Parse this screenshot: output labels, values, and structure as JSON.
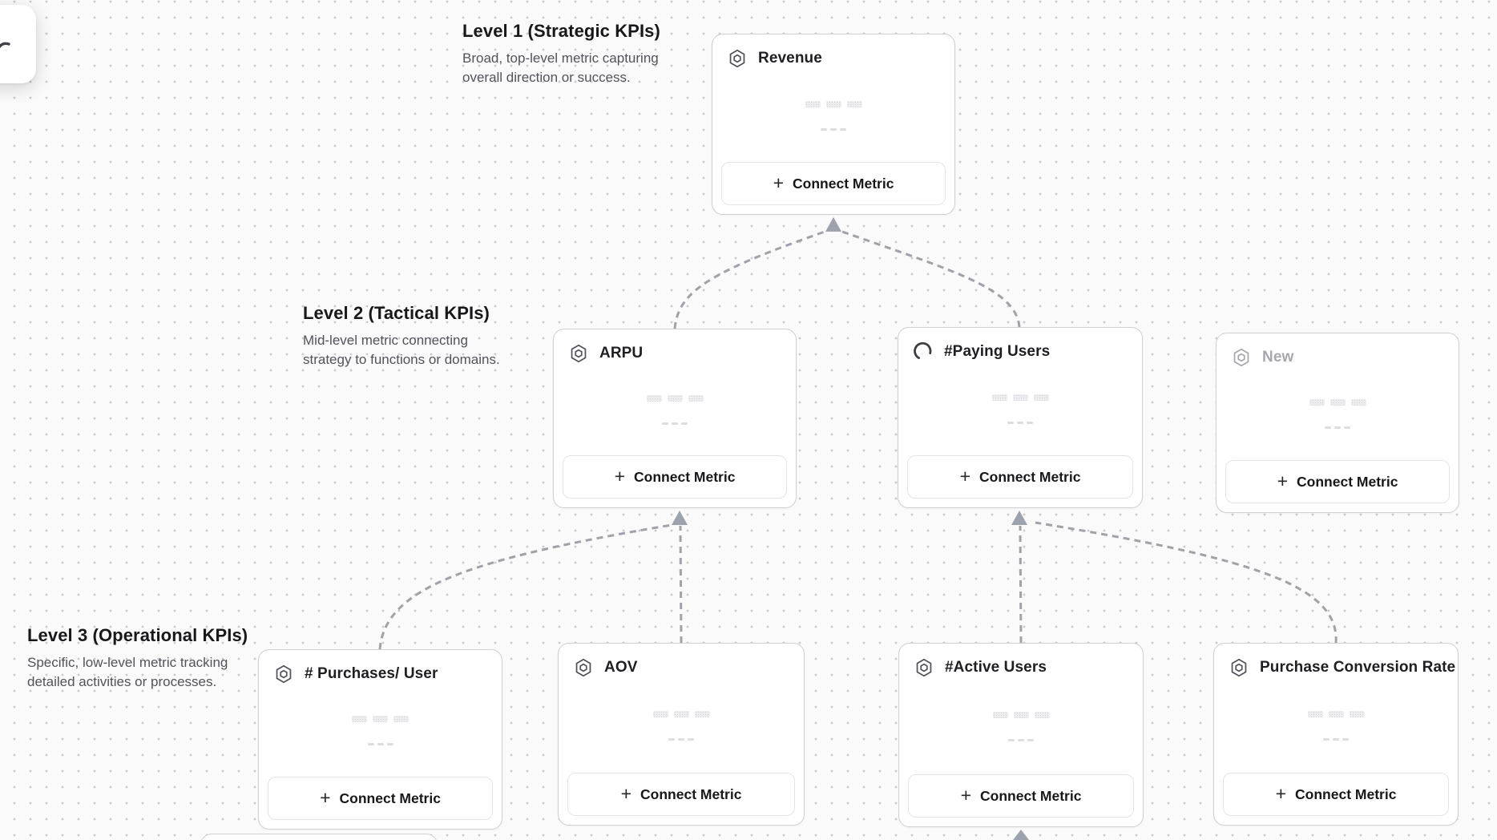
{
  "levels": [
    {
      "title": "Level 1 (Strategic KPIs)",
      "description": "Broad, top-level metric capturing\noverall direction or success."
    },
    {
      "title": "Level 2 (Tactical KPIs)",
      "description": "Mid-level metric connecting\nstrategy to functions or domains."
    },
    {
      "title": "Level 3 (Operational KPIs)",
      "description": "Specific, low-level metric tracking\ndetailed activities or processes."
    }
  ],
  "cards": [
    {
      "title": "Revenue"
    },
    {
      "title": "ARPU"
    },
    {
      "title": "#Paying Users"
    },
    {
      "title": "New"
    },
    {
      "title": "# Purchases/ User"
    },
    {
      "title": "AOV"
    },
    {
      "title": "#Active Users"
    },
    {
      "title": "Purchase Conversion Rate"
    }
  ],
  "connect_button": {
    "plus": "+",
    "label": "Connect Metric"
  },
  "colors": {
    "connector": "#a1a1aa",
    "arrowhead": "#9ca3af",
    "card_border": "#cfcfd4",
    "canvas_dot": "#c9c9ce",
    "canvas_bg": "#fafafa"
  }
}
